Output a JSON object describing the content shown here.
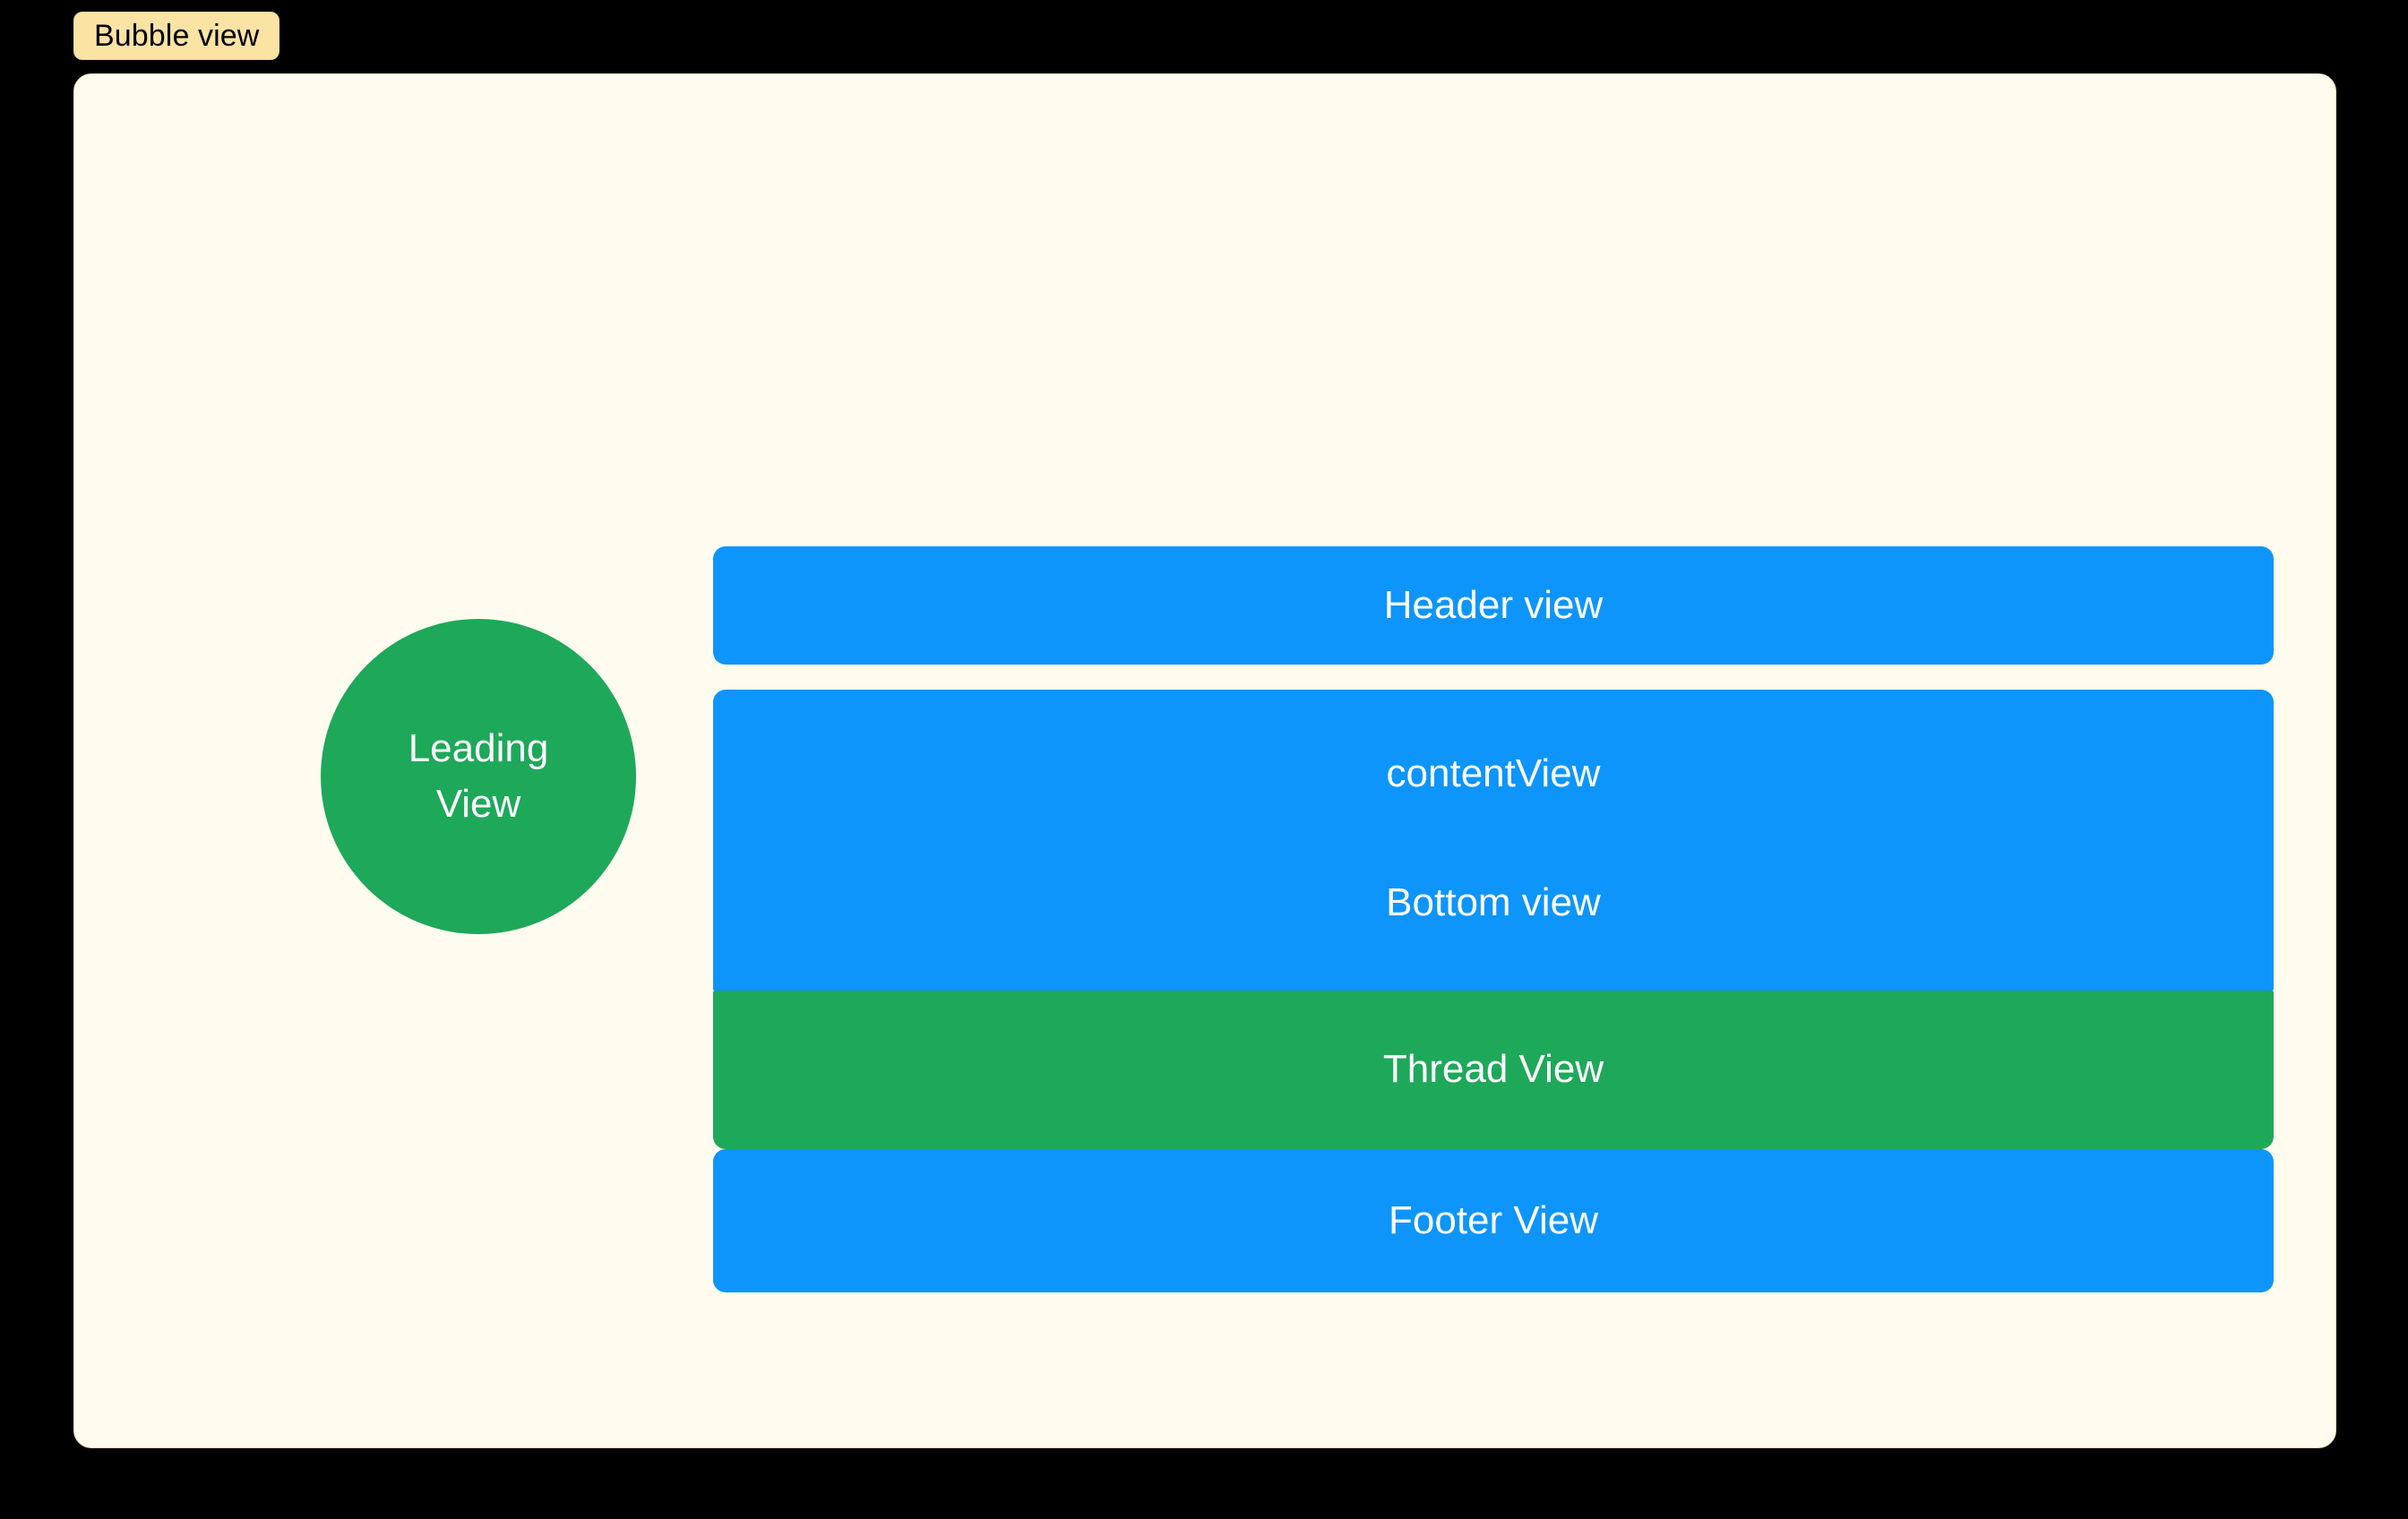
{
  "badge": {
    "label": "Bubble view"
  },
  "card": {
    "background_color": "#FFFCEF",
    "border_color": "#F4E3B5"
  },
  "colors": {
    "page_background": "#000000",
    "badge_background": "#FAE3A3",
    "blue": "#0D95FC",
    "green": "#1EA85A",
    "label_text": "#FFFFFF"
  },
  "leading_view": {
    "line1": "Leading",
    "line2": "View",
    "shape": "circle",
    "color": "#1EA85A"
  },
  "stack": {
    "header": {
      "label": "Header view",
      "color": "#0D95FC"
    },
    "content": {
      "label": "contentView",
      "bottom_label": "Bottom view",
      "color": "#0D95FC"
    },
    "thread": {
      "label": "Thread View",
      "color": "#1EA85A"
    },
    "footer": {
      "label": "Footer View",
      "color": "#0D95FC"
    }
  }
}
